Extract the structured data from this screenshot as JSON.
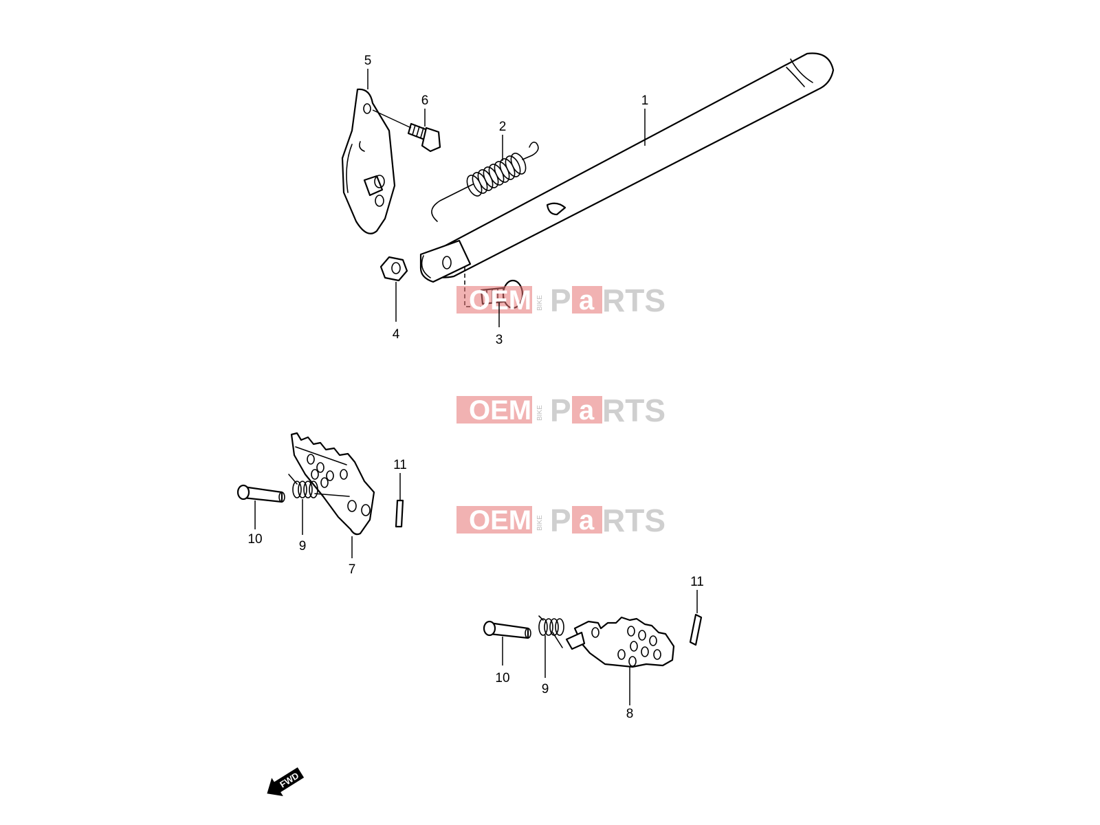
{
  "watermark": {
    "oem": "OEM",
    "bike": "BIKE",
    "p": "P",
    "a": "a",
    "rts": "RTS"
  },
  "callouts": {
    "c1": "1",
    "c2": "2",
    "c3": "3",
    "c4": "4",
    "c5": "5",
    "c6": "6",
    "c7": "7",
    "c8": "8",
    "c9a": "9",
    "c9b": "9",
    "c10a": "10",
    "c10b": "10",
    "c11a": "11",
    "c11b": "11"
  },
  "direction_marker": {
    "label": "FWD"
  }
}
